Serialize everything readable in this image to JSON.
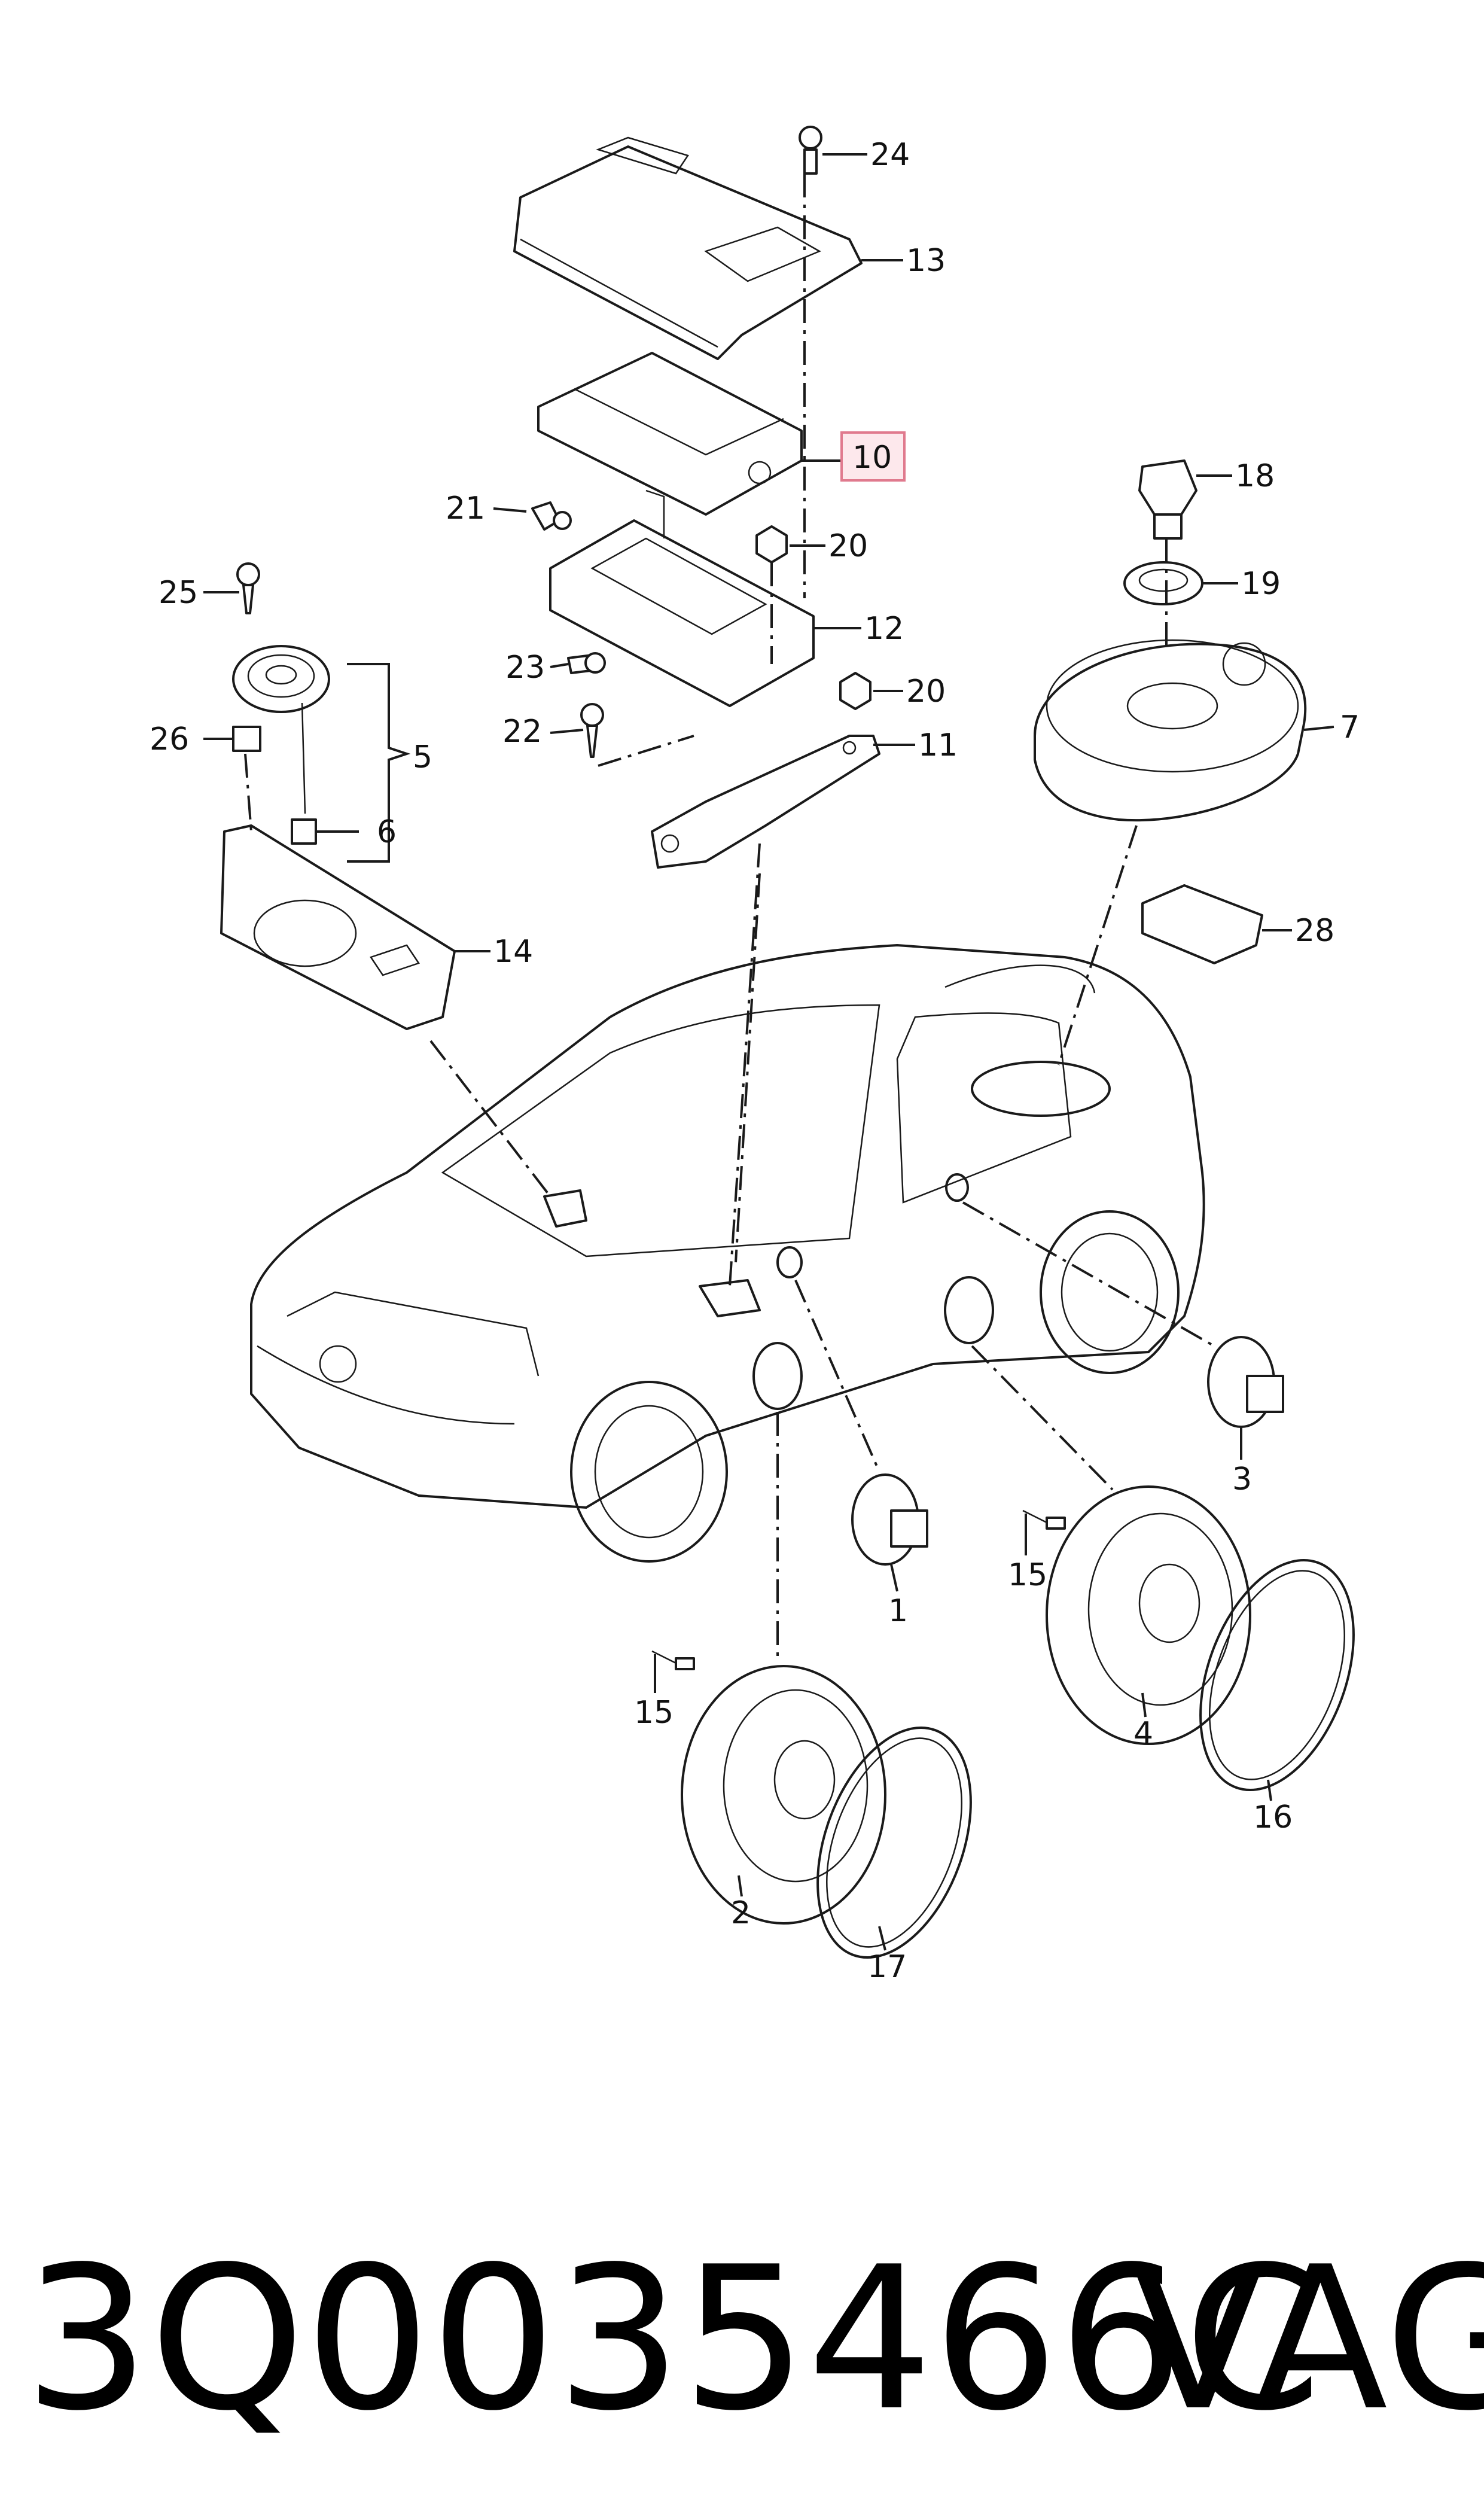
{
  "footer": {
    "part_number": "3Q0035466C",
    "brand": "VAG"
  },
  "callouts": {
    "c1": "1",
    "c2": "2",
    "c3": "3",
    "c4": "4",
    "c5": "5",
    "c6": "6",
    "c7": "7",
    "c10": "10",
    "c11": "11",
    "c12": "12",
    "c13": "13",
    "c14": "14",
    "c15a": "15",
    "c15b": "15",
    "c16": "16",
    "c17": "17",
    "c18": "18",
    "c19": "19",
    "c20a": "20",
    "c20b": "20",
    "c21": "21",
    "c22": "22",
    "c23": "23",
    "c24": "24",
    "c25": "25",
    "c26": "26",
    "c28": "28"
  },
  "highlight": {
    "callout": "10",
    "fill": "#fde8ec",
    "stroke": "#e07a8e"
  }
}
